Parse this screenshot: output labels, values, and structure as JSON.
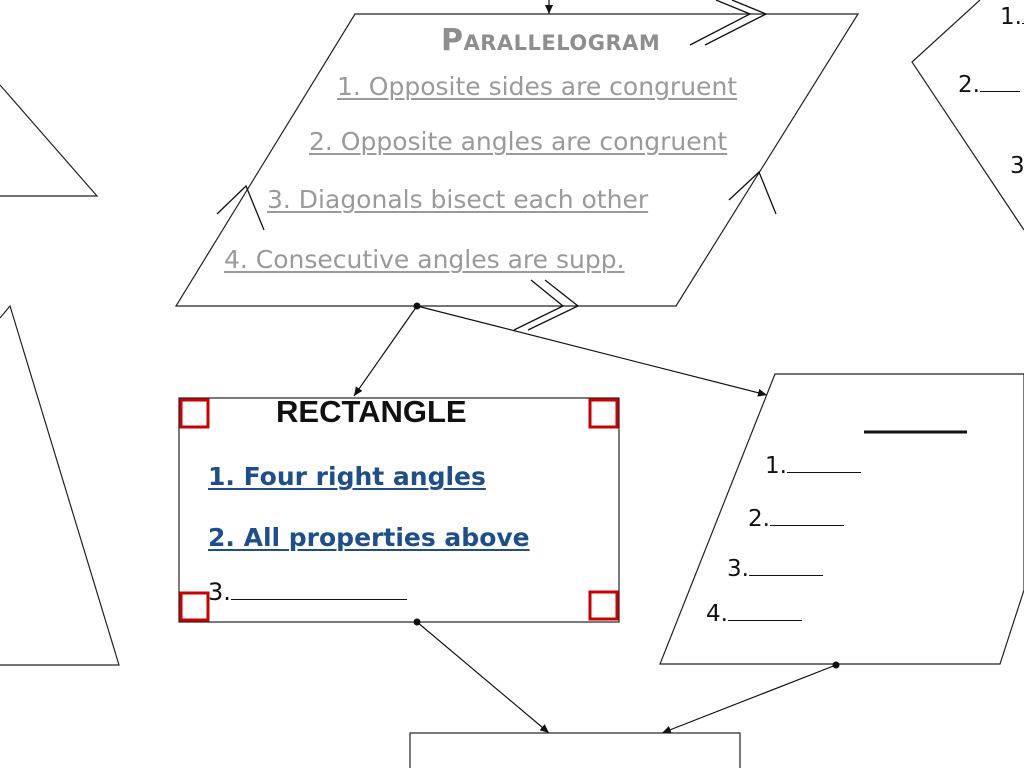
{
  "parallelogram": {
    "title": "Parallelogram",
    "properties": [
      "1.  Opposite sides are congruent",
      "2. Opposite angles are congruent",
      "3. Diagonals bisect each other",
      "4. Consecutive angles are supp."
    ]
  },
  "rectangle": {
    "title": "RECTANGLE",
    "properties": [
      "1. Four right angles",
      "2. All properties above"
    ],
    "blank_item": "3."
  },
  "rhombus_box": {
    "items": [
      "1.",
      "2.",
      "3.",
      "4."
    ]
  },
  "right_box": {
    "items": [
      "1.",
      "2.",
      "3"
    ]
  },
  "colors": {
    "property_text": "#9a9a9a",
    "rectangle_text": "#1f4e8c",
    "right_angle_marks": "#cc0000"
  }
}
